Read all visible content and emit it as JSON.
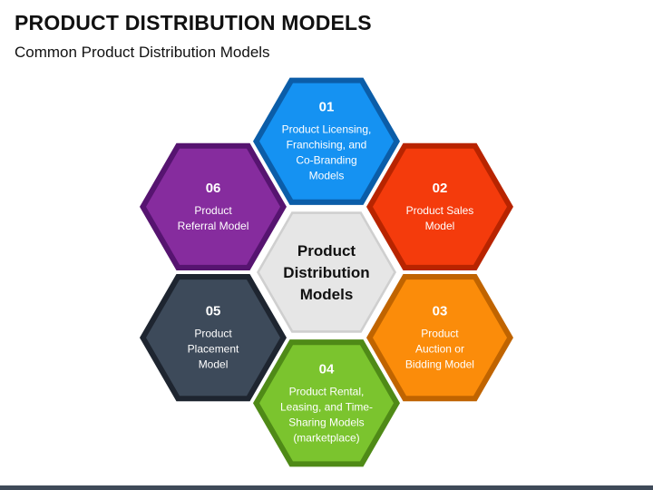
{
  "title": "PRODUCT DISTRIBUTION MODELS",
  "subtitle": "Common Product Distribution Models",
  "center": {
    "lines": [
      "Product",
      "Distribution",
      "Models"
    ],
    "fill": "#e6e6e6",
    "border": "#cfcfcf"
  },
  "hexes": [
    {
      "number": "01",
      "lines": [
        "Product Licensing,",
        "Franchising, and",
        "Co-Branding",
        "Models"
      ],
      "color": "#1592f2",
      "border": "#0b5da8"
    },
    {
      "number": "02",
      "lines": [
        "Product Sales",
        "Model"
      ],
      "color": "#f43b0c",
      "border": "#b82400"
    },
    {
      "number": "03",
      "lines": [
        "Product",
        "Auction or",
        "Bidding Model"
      ],
      "color": "#fb8c0a",
      "border": "#c06400"
    },
    {
      "number": "04",
      "lines": [
        "Product Rental,",
        "Leasing, and Time-",
        "Sharing Models",
        "(marketplace)"
      ],
      "color": "#7bc42e",
      "border": "#4f8a17"
    },
    {
      "number": "05",
      "lines": [
        "Product",
        "Placement",
        "Model"
      ],
      "color": "#3d4a5a",
      "border": "#1e2530"
    },
    {
      "number": "06",
      "lines": [
        "Product",
        "Referral Model"
      ],
      "color": "#862c9e",
      "border": "#561470"
    }
  ],
  "colors": {
    "bottom_bar": "#3f4a59",
    "title": "#111111"
  }
}
